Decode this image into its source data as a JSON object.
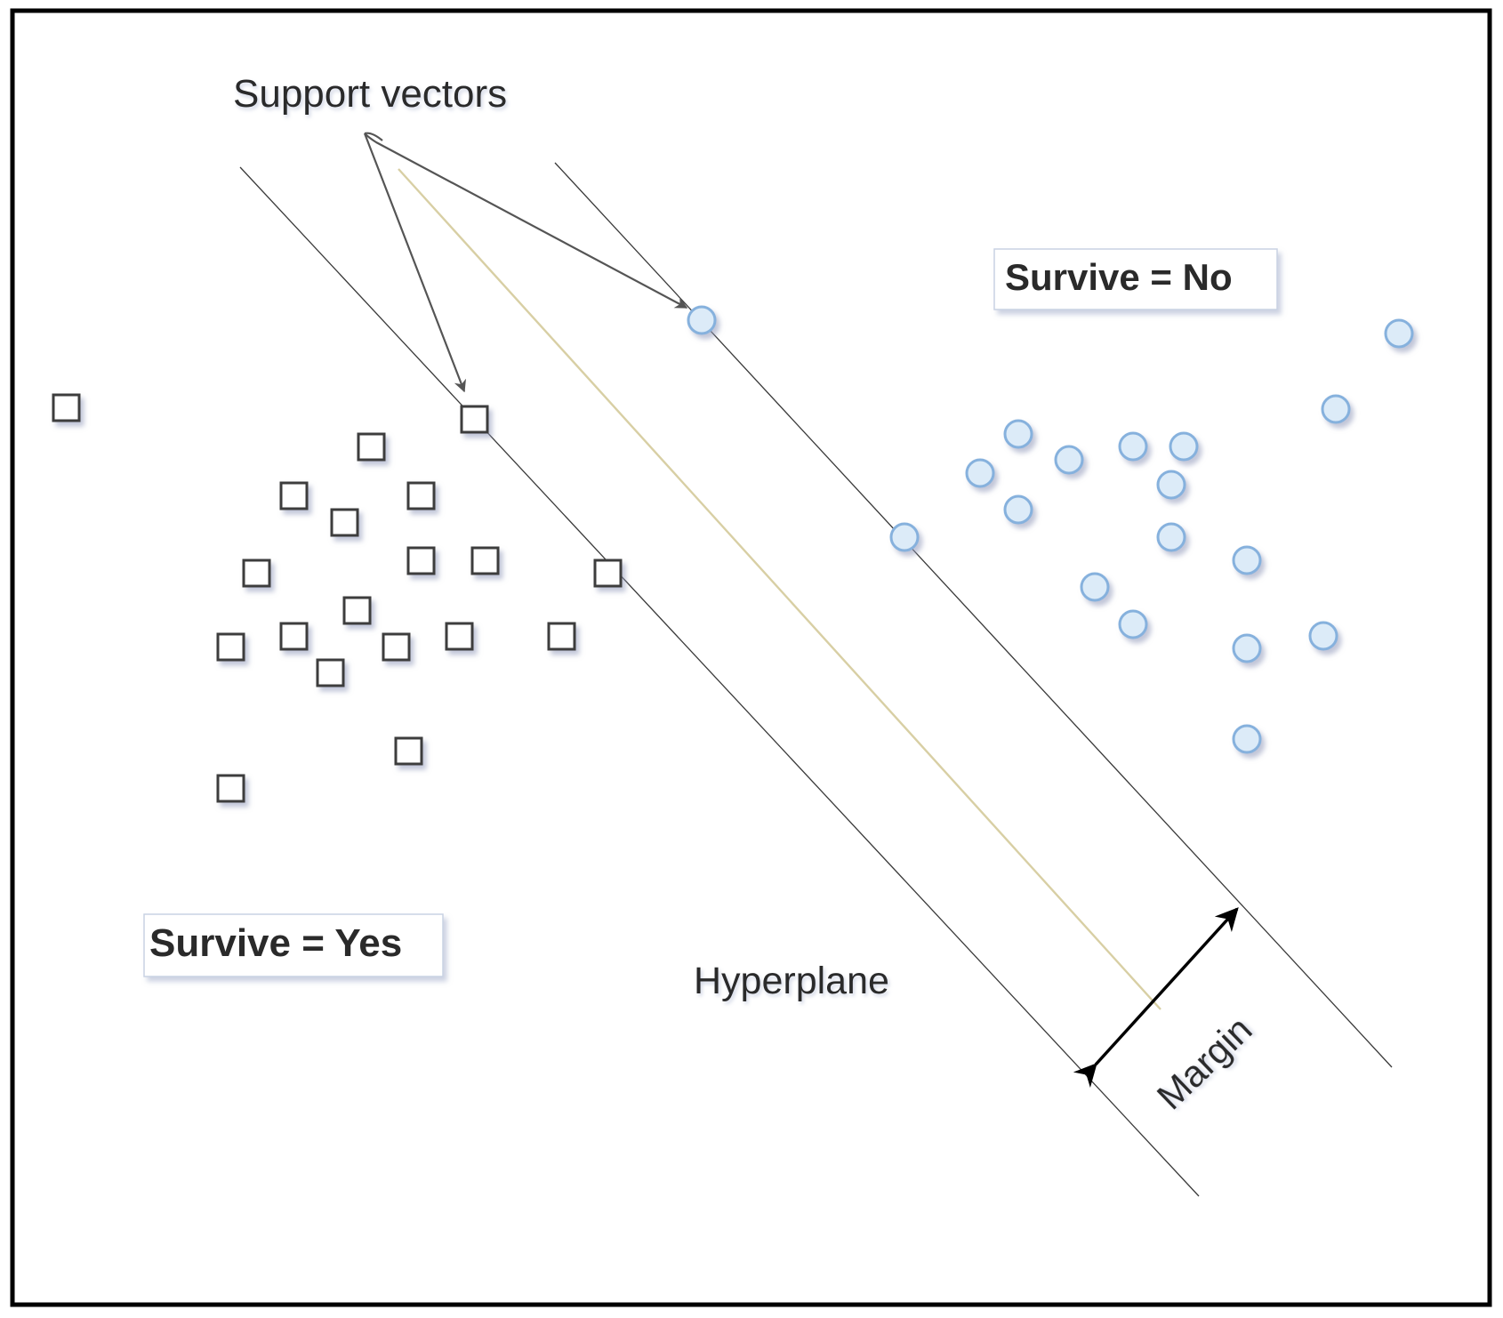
{
  "labels": {
    "support_vectors": "Support vectors",
    "class_no": "Survive = No",
    "class_yes": "Survive = Yes",
    "hyperplane": "Hyperplane",
    "margin": "Margin"
  },
  "colors": {
    "square_stroke": "#3d3d3d",
    "circle_fill": "#dcebf8",
    "circle_stroke": "#86b1dd",
    "hyperplane": "#d8cfa4",
    "margin_lines": "#3a3a3a",
    "frame": "#000000"
  },
  "classes": [
    {
      "label": "Survive = Yes",
      "marker": "square"
    },
    {
      "label": "Survive = No",
      "marker": "circle"
    }
  ]
}
